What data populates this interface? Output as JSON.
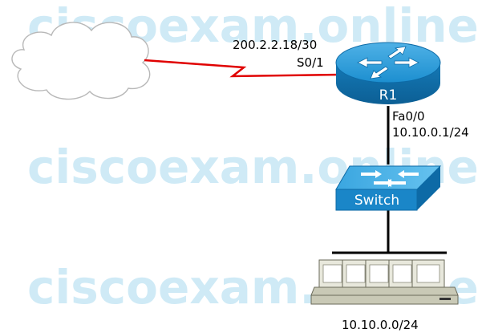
{
  "watermark": "ciscoexam.online",
  "wan_link": {
    "ip_label": "200.2.2.18/30",
    "interface_label": "S0/1",
    "color": "#e00000"
  },
  "router": {
    "name": "R1",
    "fa_interface": "Fa0/0",
    "fa_ip": "10.10.0.1/24",
    "color": "#1a86c8"
  },
  "switch": {
    "name": "Switch",
    "color": "#1a86c8"
  },
  "lan": {
    "network_label": "10.10.0.0/24"
  },
  "icons": [
    "cloud-icon",
    "router-icon",
    "switch-icon",
    "workstation-group-icon"
  ]
}
